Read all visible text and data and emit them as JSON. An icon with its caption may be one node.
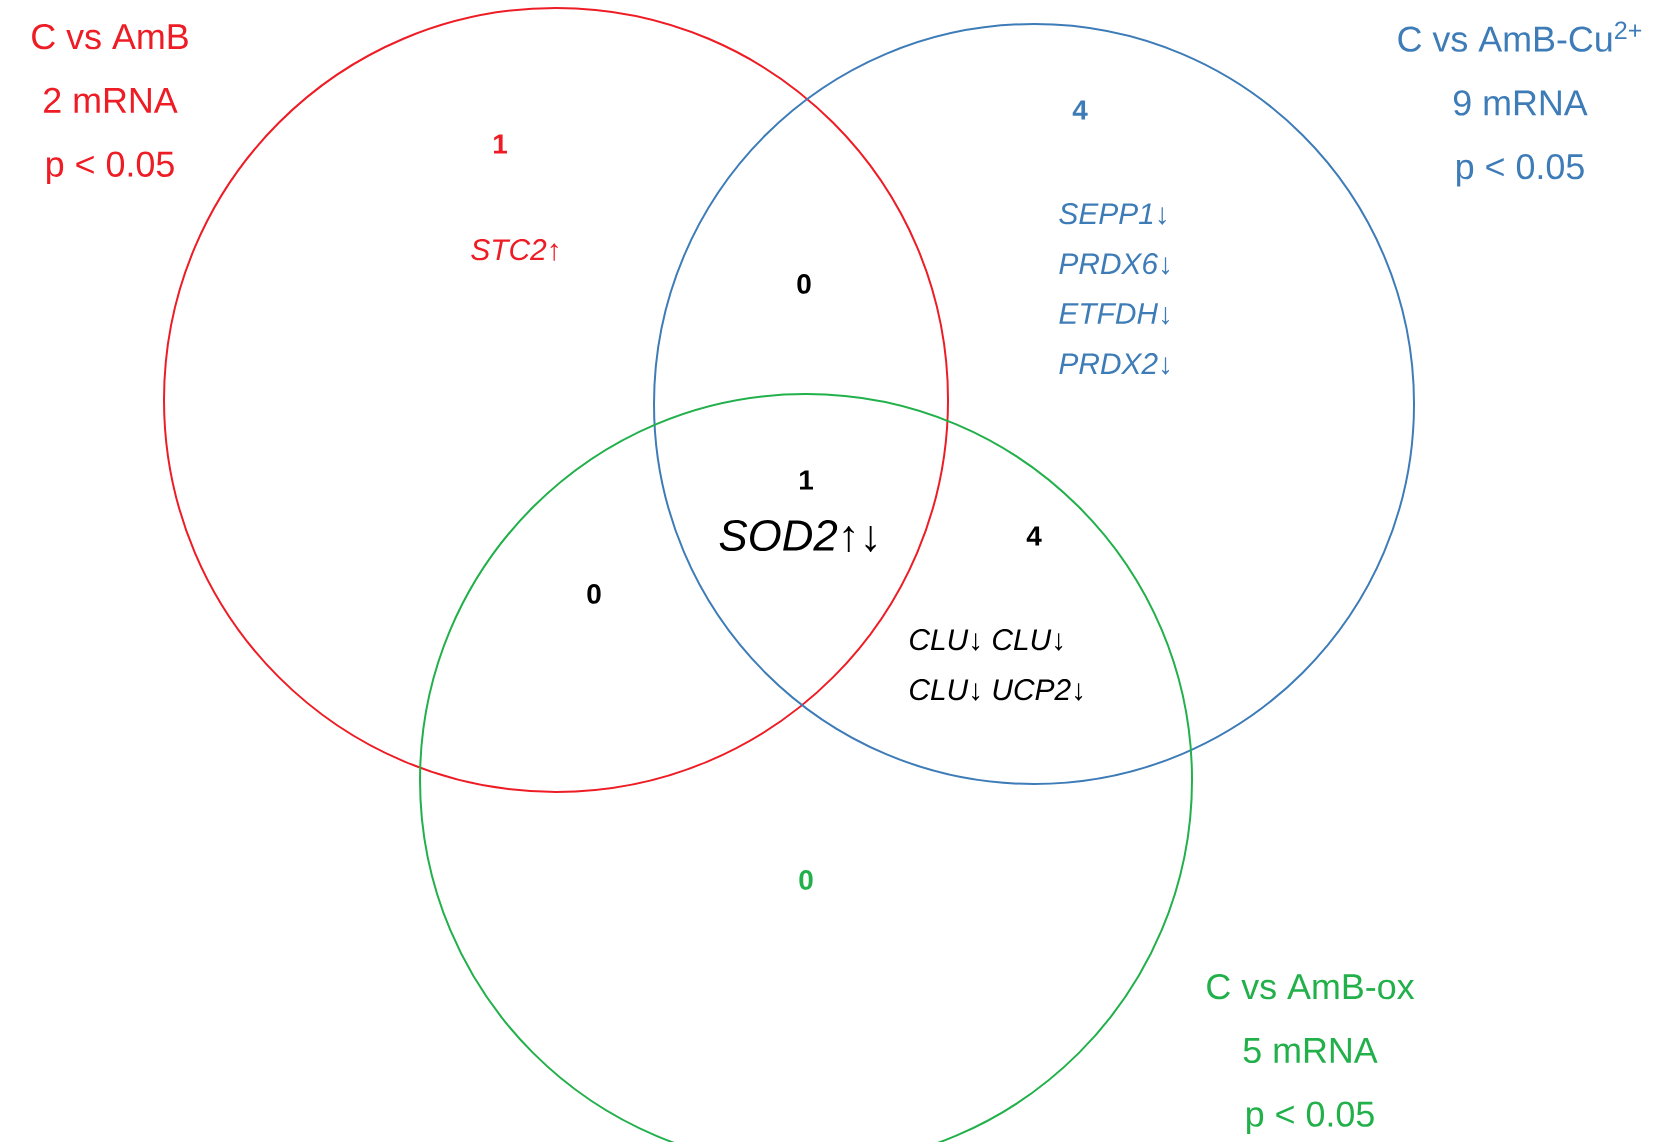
{
  "diagram": {
    "nodes": [
      {
        "text": [
          "C vs AmB",
          "2 mRNA",
          "p < 0.05"
        ]
      },
      {
        "text": [
          "C vs AmB-Cu$^{2+}$",
          "9 mRNA",
          "p < 0.05"
        ]
      },
      {
        "text": [
          "C vs AmB-ox",
          "5 mRNA",
          "p < 0.05"
        ]
      }
    ],
    "labels": [
      "1",
      "4",
      "STC2↑",
      "SEPP1↓",
      "PRDX6↓",
      "0",
      "ETFDH↓",
      "PRDX2↓",
      "1",
      "SOD2↑↓",
      "4",
      "0",
      "CLU↓ CLU↓",
      "CLU↓ UCP2↓",
      "0"
    ]
  }
}
